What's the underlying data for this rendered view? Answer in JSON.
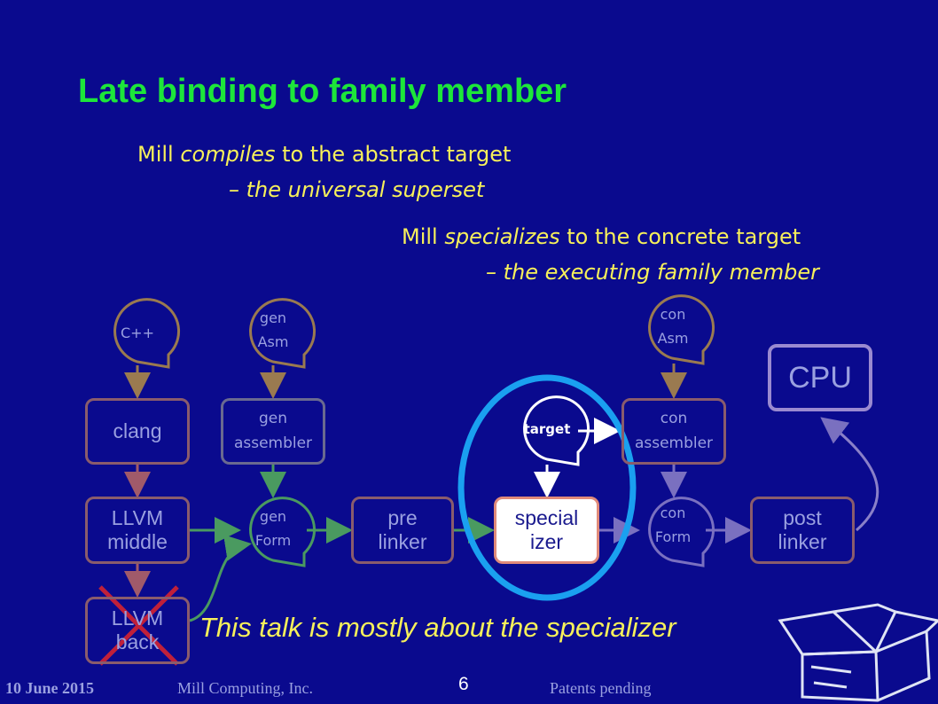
{
  "slide": {
    "title": "Late binding to family member",
    "note1": {
      "line1_start": "Mill ",
      "line1_em": "compiles",
      "line1_end": " to the abstract target",
      "line2": "– the universal superset"
    },
    "note2": {
      "line1_start": "Mill ",
      "line1_em": "specializes",
      "line1_end": " to the concrete target",
      "line2": "– the executing family member"
    }
  },
  "bubbles": {
    "cpp": "C++",
    "gen_asm_1": "gen",
    "gen_asm_2": "Asm",
    "con_asm_1": "con",
    "con_asm_2": "Asm",
    "gen_form_1": "gen",
    "gen_form_2": "Form",
    "con_form_1": "con",
    "con_form_2": "Form",
    "target": "target"
  },
  "boxes": {
    "clang": "clang",
    "llvm_middle_1": "LLVM",
    "llvm_middle_2": "middle",
    "llvm_back_1": "LLVM",
    "llvm_back_2": "back",
    "gen_assembler_1": "gen",
    "gen_assembler_2": "assembler",
    "pre_linker_1": "pre",
    "pre_linker_2": "linker",
    "specializer_1": "special",
    "specializer_2": "izer",
    "con_assembler_1": "con",
    "con_assembler_2": "assembler",
    "post_linker_1": "post",
    "post_linker_2": "linker",
    "cpu": "CPU"
  },
  "talk_caption": "This talk is mostly about the specializer",
  "footer": {
    "date": "10 June 2015",
    "company": "Mill Computing, Inc.",
    "patents": "Patents pending",
    "page": "6"
  },
  "colors": {
    "background": "#0a0a8e",
    "title": "#1de63a",
    "note": "#f7f05a",
    "highlight_ring": "#1aa0f0",
    "cross": "#c0203a"
  }
}
